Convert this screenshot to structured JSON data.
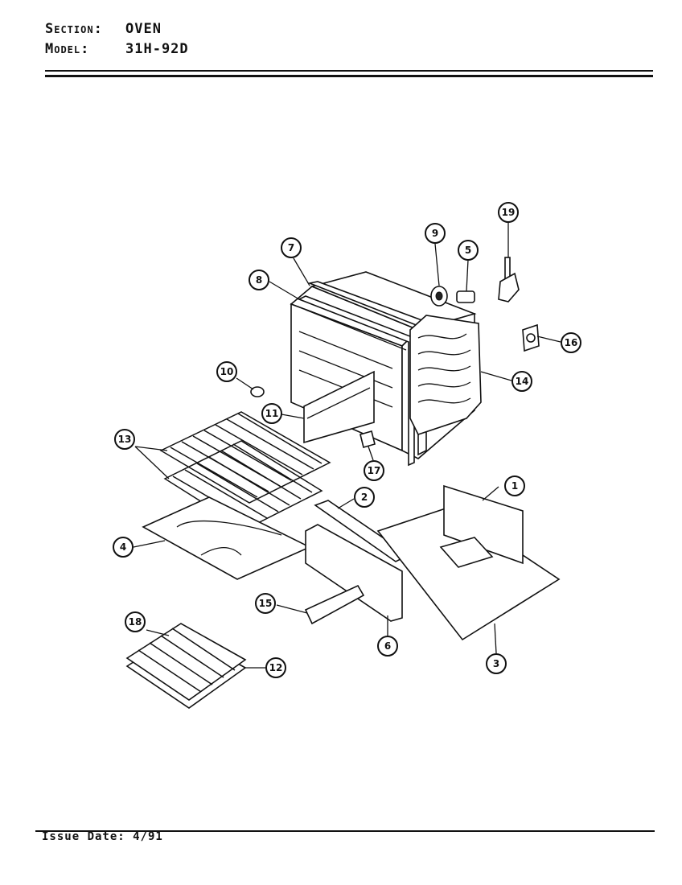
{
  "header": {
    "section_label": "Section:",
    "section_value": "OVEN",
    "model_label": "Model:",
    "model_value": "31H-92D"
  },
  "footer": {
    "issue_date": "Issue Date: 4/91"
  },
  "callouts": [
    "1",
    "2",
    "3",
    "4",
    "5",
    "6",
    "7",
    "8",
    "9",
    "10",
    "11",
    "12",
    "13",
    "14",
    "15",
    "16",
    "17",
    "18",
    "19"
  ]
}
